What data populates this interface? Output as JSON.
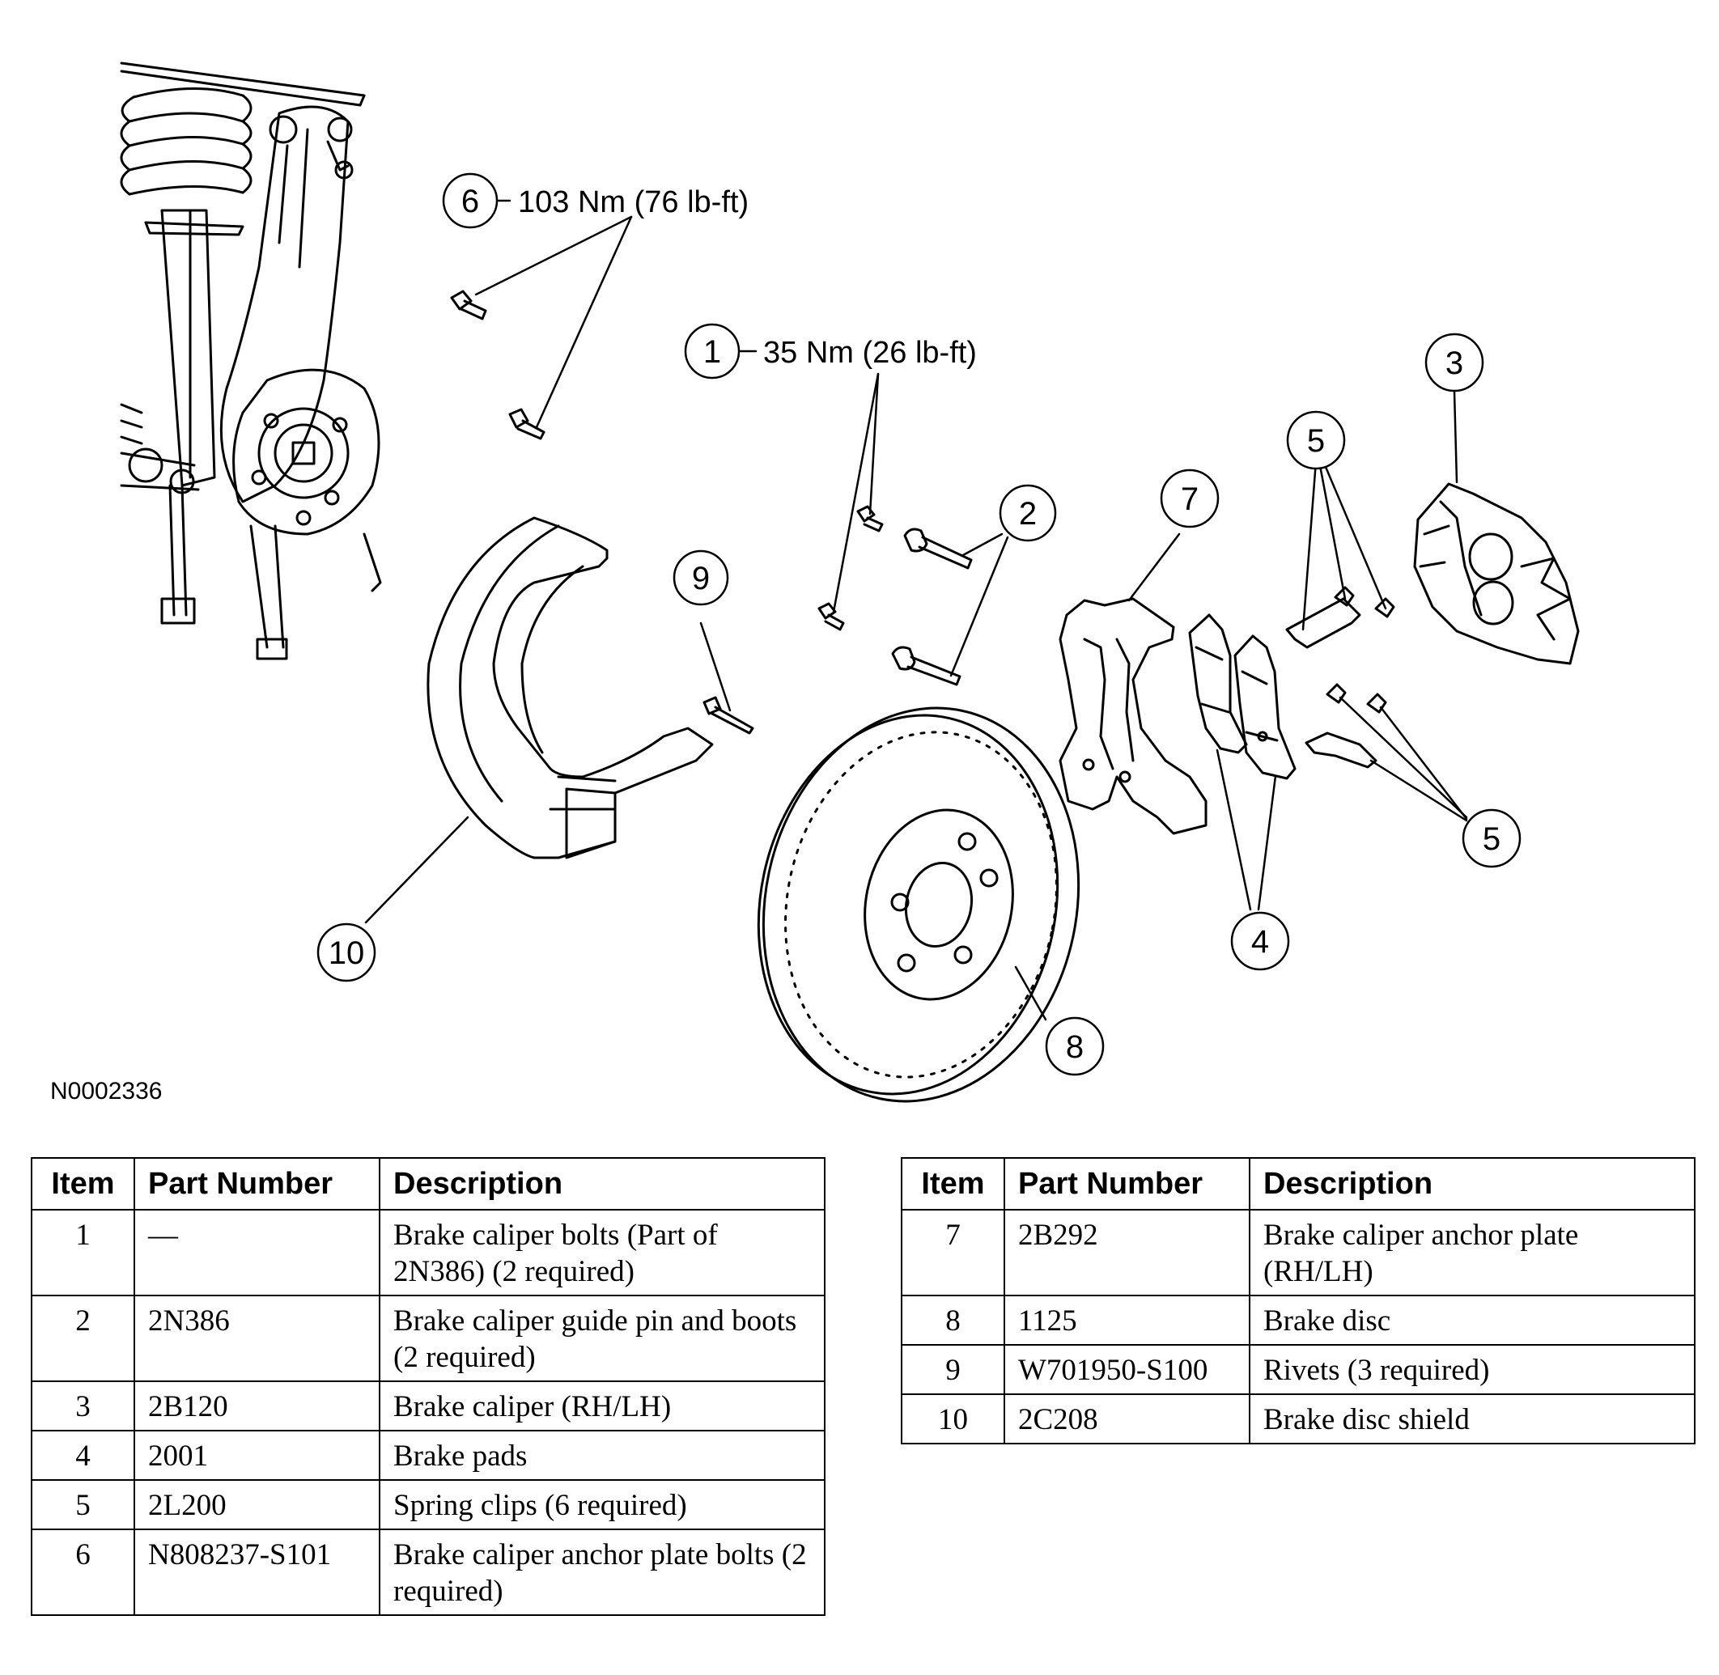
{
  "figure": {
    "id": "N0002336",
    "torque_6": "103 Nm (76 lb-ft)",
    "torque_1": "35 Nm (26 lb-ft)",
    "callouts": [
      "1",
      "2",
      "3",
      "4",
      "5",
      "6",
      "7",
      "8",
      "9",
      "10"
    ]
  },
  "table": {
    "headers": {
      "item": "Item",
      "part_number": "Part Number",
      "description": "Description"
    },
    "left_rows": [
      {
        "item": "1",
        "part": "—",
        "desc": "Brake caliper bolts (Part of 2N386) (2 required)"
      },
      {
        "item": "2",
        "part": "2N386",
        "desc": "Brake caliper guide pin and boots (2 required)"
      },
      {
        "item": "3",
        "part": "2B120",
        "desc": "Brake caliper (RH/LH)"
      },
      {
        "item": "4",
        "part": "2001",
        "desc": "Brake pads"
      },
      {
        "item": "5",
        "part": "2L200",
        "desc": "Spring clips (6 required)"
      },
      {
        "item": "6",
        "part": "N808237-S101",
        "desc": "Brake caliper anchor plate bolts (2 required)"
      }
    ],
    "right_rows": [
      {
        "item": "7",
        "part": "2B292",
        "desc": "Brake caliper anchor plate (RH/LH)"
      },
      {
        "item": "8",
        "part": "1125",
        "desc": "Brake disc"
      },
      {
        "item": "9",
        "part": "W701950-S100",
        "desc": "Rivets (3 required)"
      },
      {
        "item": "10",
        "part": "2C208",
        "desc": "Brake disc shield"
      }
    ]
  }
}
